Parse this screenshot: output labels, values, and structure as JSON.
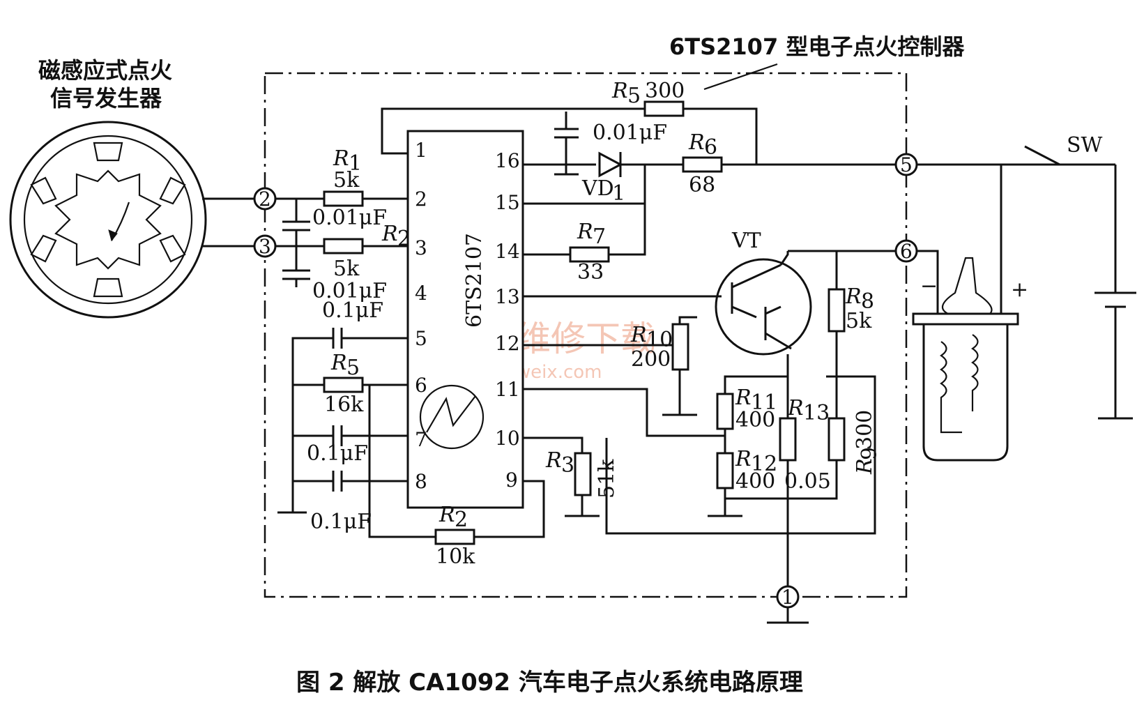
{
  "figure": {
    "caption": "图 2 解放 CA1092 汽车电子点火系统电路原理",
    "controller_label": "6TS2107 型电子点火控制器",
    "generator_label_line1": "磁感应式点火",
    "generator_label_line2": "信号发生器",
    "ic_name": "6TS2107",
    "ic_pins_left": [
      "1",
      "2",
      "3",
      "4",
      "5",
      "6",
      "7",
      "8"
    ],
    "ic_pins_right": [
      "16",
      "15",
      "14",
      "13",
      "12",
      "11",
      "10",
      "9"
    ],
    "terminals": [
      "1",
      "2",
      "3",
      "5",
      "6"
    ],
    "switch_label": "SW",
    "transistor_label": "VT",
    "diode_label": "VD",
    "diode_sub": "1",
    "battery_minus": "−",
    "battery_plus": "+",
    "watermark_cn": "精通维修下载",
    "watermark_url": "www.gzweix.com"
  },
  "components": {
    "R1": {
      "sym": "R",
      "sub": "1",
      "value": "5k"
    },
    "R2a": {
      "sym": "R",
      "sub": "2",
      "value": "5k"
    },
    "R2b": {
      "sym": "R",
      "sub": "2",
      "value": "10k"
    },
    "R3": {
      "sym": "R",
      "sub": "3",
      "value": "51k"
    },
    "R5a": {
      "sym": "R",
      "sub": "5",
      "value": "300"
    },
    "R5b": {
      "sym": "R",
      "sub": "5",
      "value": "16k"
    },
    "R6": {
      "sym": "R",
      "sub": "6",
      "value": "68"
    },
    "R7": {
      "sym": "R",
      "sub": "7",
      "value": "33"
    },
    "R8": {
      "sym": "R",
      "sub": "8",
      "value": "5k"
    },
    "R9": {
      "sym": "R",
      "sub": "9",
      "value": "300"
    },
    "R10": {
      "sym": "R",
      "sub": "10",
      "value": "200"
    },
    "R11": {
      "sym": "R",
      "sub": "11",
      "value": "400"
    },
    "R12": {
      "sym": "R",
      "sub": "12",
      "value": "400"
    },
    "R13": {
      "sym": "R",
      "sub": "13",
      "value": "0.05"
    },
    "C_top": "0.01μF",
    "C_in1": "0.01μF",
    "C_in2": "0.01μF",
    "C_p5": "0.1μF",
    "C_p7": "0.1μF",
    "C_p8": "0.1μF",
    "C_gnd": "0.1μF"
  },
  "colors": {
    "ink": "#111111",
    "watermark": "#f2b9a3",
    "background": "#ffffff"
  }
}
